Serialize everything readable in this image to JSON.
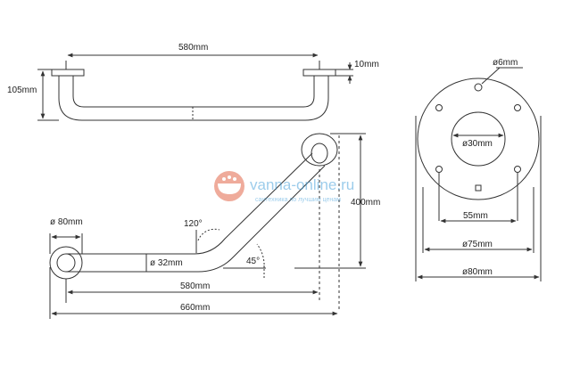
{
  "colors": {
    "line": "#333333",
    "watermark_primary": "#3b9bd8",
    "watermark_accent": "#e05a3a"
  },
  "top_view": {
    "width_label": "580mm",
    "height_label": "105mm",
    "flange_label": "10mm"
  },
  "angled_view": {
    "diameter_label": "ø 80mm",
    "angle_120_label": "120°",
    "tube_diameter_label": "ø 32mm",
    "angle_45_label": "45°",
    "height_label": "400mm",
    "inner_width_label": "580mm",
    "outer_width_label": "660mm"
  },
  "flange_view": {
    "screw_label": "ø6mm",
    "center_hole_label": "ø30mm",
    "screw_spacing_label": "55mm",
    "inner_diameter_label": "ø75mm",
    "outer_diameter_label": "ø80mm"
  },
  "watermark": {
    "brand": "vanna-online.ru",
    "tagline": "сантехника по лучшим ценам",
    "icon": "bathtub-logo-icon"
  }
}
